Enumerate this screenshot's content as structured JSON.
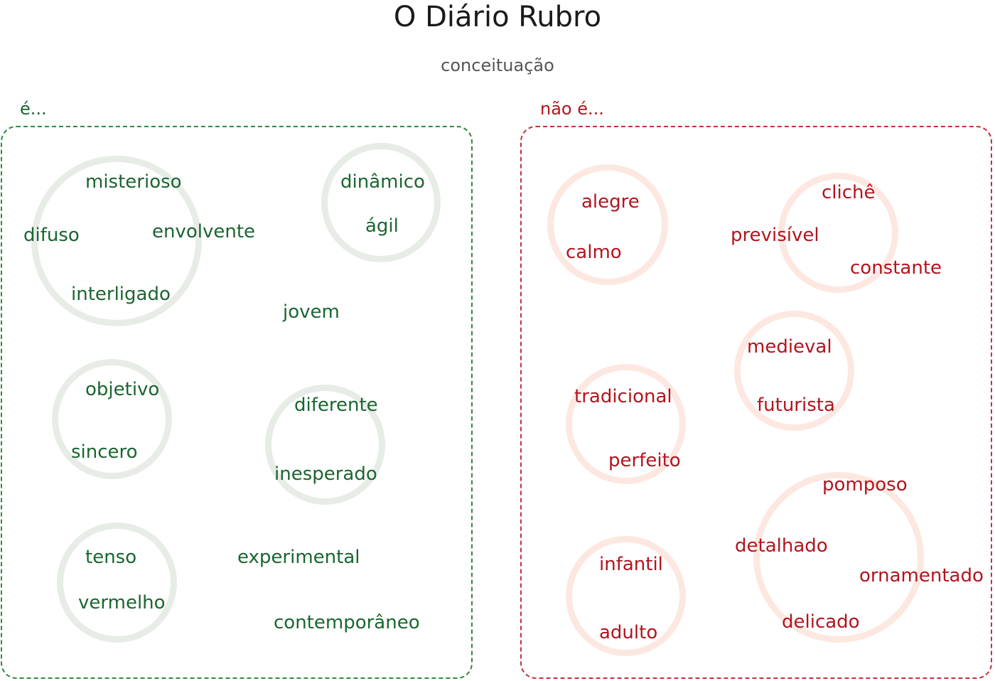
{
  "title": "O Diário Rubro",
  "subtitle": "conceituação",
  "colors": {
    "positive": "#1a6630",
    "positive_border": "#2e8b3d",
    "positive_ring": "#e7ece7",
    "negative": "#b3141e",
    "negative_border": "#c0333a",
    "negative_ring": "#fde8e1"
  },
  "positive": {
    "label": "é...",
    "words": {
      "misterioso": "misterioso",
      "difuso": "difuso",
      "envolvente": "envolvente",
      "interligado": "interligado",
      "dinamico": "dinâmico",
      "agil": "ágil",
      "jovem": "jovem",
      "objetivo": "objetivo",
      "sincero": "sincero",
      "diferente": "diferente",
      "inesperado": "inesperado",
      "tenso": "tenso",
      "vermelho": "vermelho",
      "experimental": "experimental",
      "contemporaneo": "contemporâneo"
    }
  },
  "negative": {
    "label": "não é...",
    "words": {
      "alegre": "alegre",
      "calmo": "calmo",
      "cliche": "clichê",
      "previsivel": "previsível",
      "constante": "constante",
      "medieval": "medieval",
      "futurista": "futurista",
      "tradicional": "tradicional",
      "perfeito": "perfeito",
      "pomposo": "pomposo",
      "detalhado": "detalhado",
      "ornamentado": "ornamentado",
      "delicado": "delicado",
      "infantil": "infantil",
      "adulto": "adulto"
    }
  }
}
